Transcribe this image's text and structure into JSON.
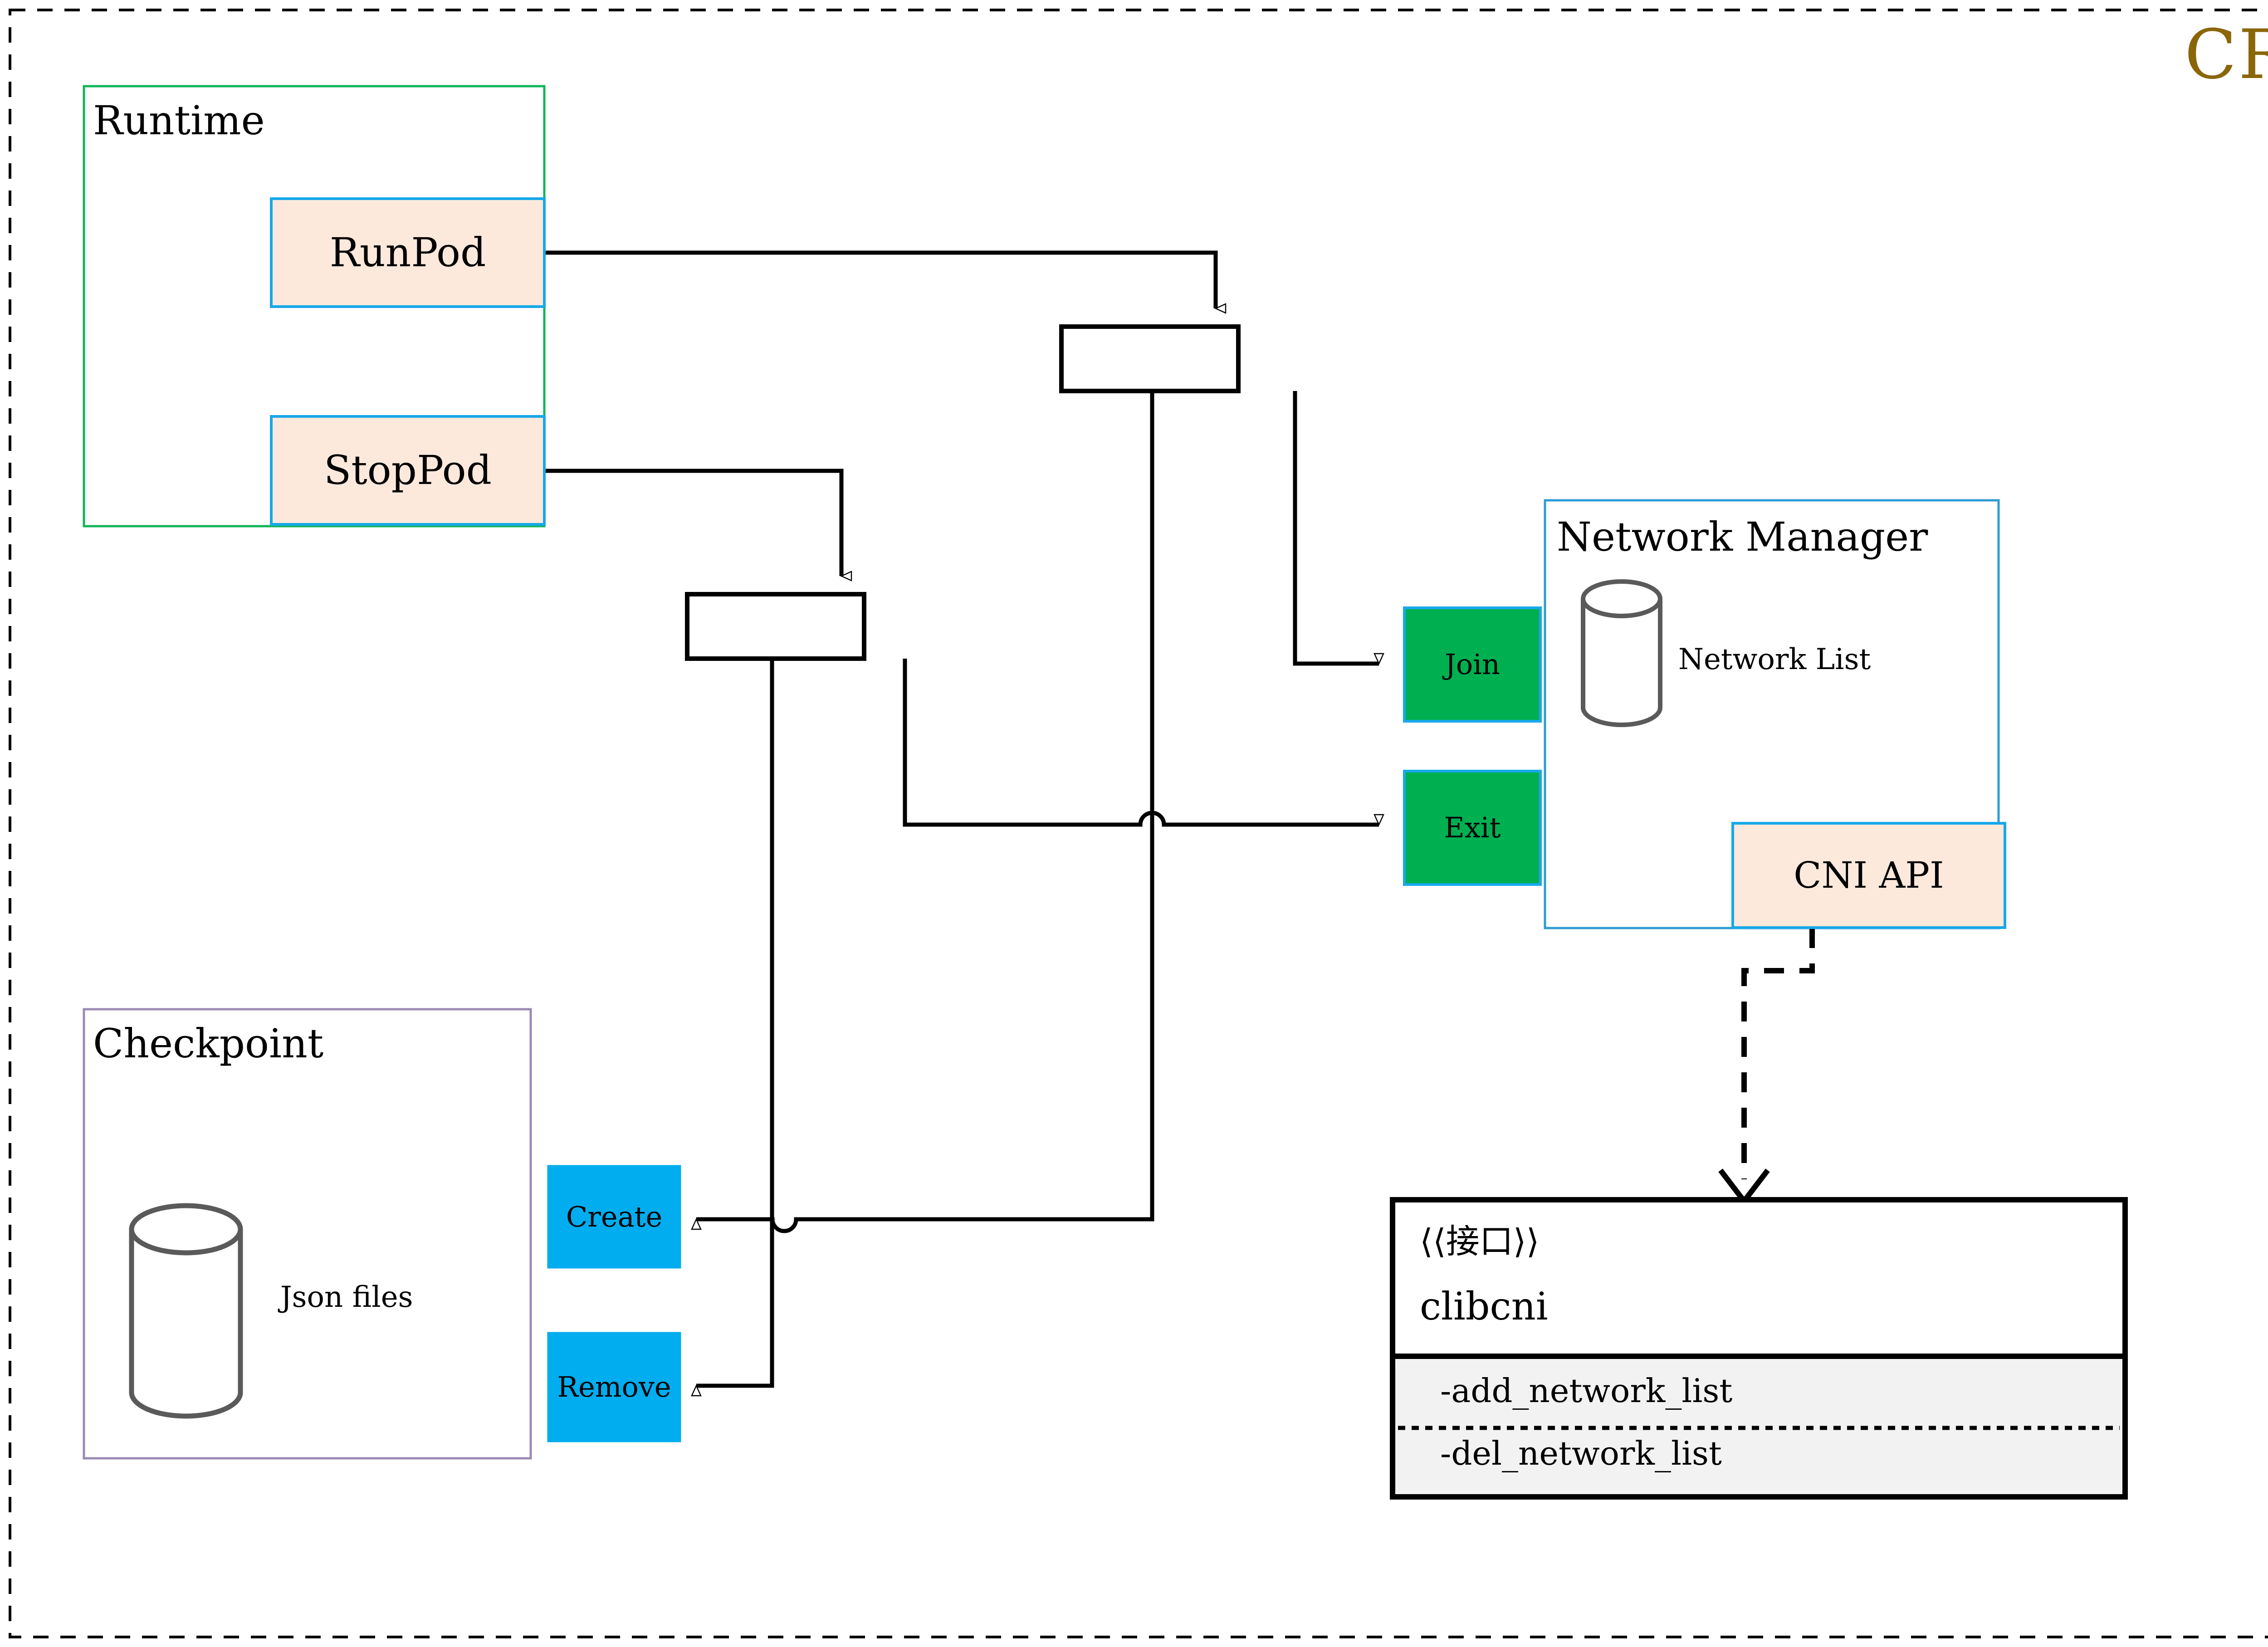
{
  "title": "CRI",
  "title_color": "#8a6608",
  "outer_frame": {
    "style": "dashed",
    "color": "#000000"
  },
  "groups": [
    {
      "id": "runtime",
      "label": "Runtime",
      "border_color": "#12b558",
      "fill": "#ffffff"
    },
    {
      "id": "checkpoint",
      "label": "Checkpoint",
      "border_color": "#9a8ab5",
      "fill": "#ffffff",
      "store_label": "Json files",
      "store_icon": "cylinder-icon"
    },
    {
      "id": "network-manager",
      "label": "Network Manager",
      "border_color": "#2e9bd6",
      "fill": "#ffffff",
      "store_label": "Network List",
      "store_icon": "cylinder-icon"
    }
  ],
  "nodes": {
    "run_pod": {
      "label": "RunPod",
      "fill": "#fce9dc",
      "border_color": "#18a8e8"
    },
    "stop_pod": {
      "label": "StopPod",
      "fill": "#fce9dc",
      "border_color": "#18a8e8"
    },
    "join": {
      "label": "Join",
      "fill": "#00b050",
      "border_color": "#18a8e8"
    },
    "exit": {
      "label": "Exit",
      "fill": "#00b050",
      "border_color": "#18a8e8"
    },
    "cni_api": {
      "label": "CNI API",
      "fill": "#fce9dc",
      "border_color": "#18a8e8"
    },
    "create": {
      "label": "Create",
      "fill": "#01adee",
      "border_color": "#01adee"
    },
    "remove": {
      "label": "Remove",
      "fill": "#01adee",
      "border_color": "#01adee"
    },
    "fork_top": {
      "label": "",
      "fill": "#ffffff",
      "border_color": "#000000"
    },
    "fork_bottom": {
      "label": "",
      "fill": "#ffffff",
      "border_color": "#000000"
    }
  },
  "interface_box": {
    "stereotype": "⟨⟨接口⟩⟩",
    "name": "clibcni",
    "methods": [
      "-add_network_list",
      "-del_network_list"
    ],
    "methods_fill": "#f2f2f2",
    "border_color": "#000000"
  },
  "edges": [
    {
      "from": "run_pod",
      "to": "fork_top",
      "style": "solid",
      "arrow": "open-triangle"
    },
    {
      "from": "stop_pod",
      "to": "fork_bottom",
      "style": "solid",
      "arrow": "open-triangle"
    },
    {
      "from": "fork_top",
      "to": "join",
      "style": "solid",
      "arrow": "open-triangle"
    },
    {
      "from": "fork_top",
      "to": "create",
      "style": "solid",
      "arrow": "open-triangle"
    },
    {
      "from": "fork_bottom",
      "to": "exit",
      "style": "solid",
      "arrow": "open-triangle"
    },
    {
      "from": "fork_bottom",
      "to": "remove",
      "style": "solid",
      "arrow": "open-triangle"
    },
    {
      "from": "cni_api",
      "to": "clibcni",
      "style": "dashed",
      "arrow": "open-v"
    }
  ]
}
